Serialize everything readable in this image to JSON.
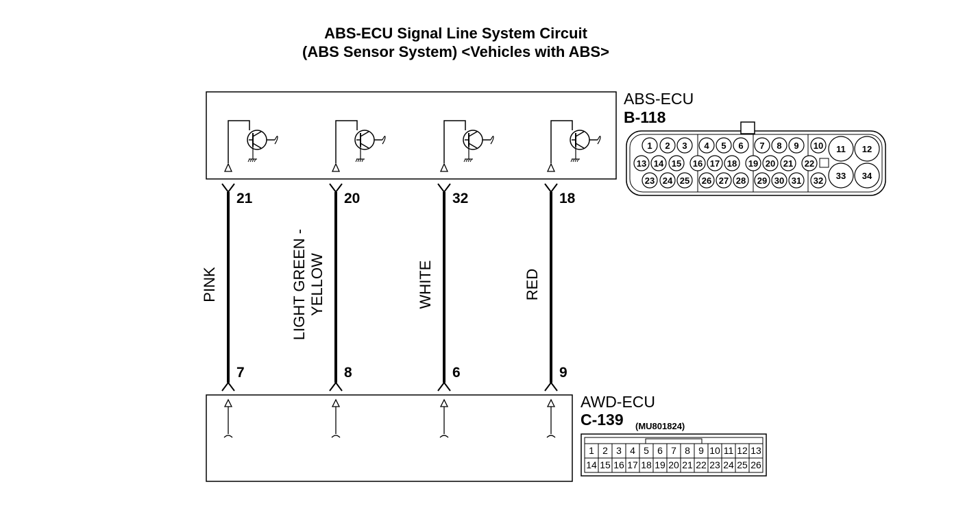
{
  "title": {
    "line1": "ABS-ECU Signal Line System Circuit",
    "line2": "(ABS Sensor System) <Vehicles with ABS>"
  },
  "abs_ecu": {
    "name": "ABS-ECU",
    "connector": "B-118",
    "pins_row1": [
      "1",
      "2",
      "3",
      "4",
      "5",
      "6",
      "7",
      "8",
      "9",
      "10"
    ],
    "pins_row2": [
      "13",
      "14",
      "15",
      "16",
      "17",
      "18",
      "19",
      "20",
      "21",
      "22"
    ],
    "pins_row3": [
      "23",
      "24",
      "25",
      "26",
      "27",
      "28",
      "29",
      "30",
      "31",
      "32"
    ],
    "pins_large": [
      "11",
      "12",
      "33",
      "34"
    ]
  },
  "awd_ecu": {
    "name": "AWD-ECU",
    "connector": "C-139",
    "part_number": "(MU801824)",
    "pins_row1": [
      "1",
      "2",
      "3",
      "4",
      "5",
      "6",
      "7",
      "8",
      "9",
      "10",
      "11",
      "12",
      "13"
    ],
    "pins_row2": [
      "14",
      "15",
      "16",
      "17",
      "18",
      "19",
      "20",
      "21",
      "22",
      "23",
      "24",
      "25",
      "26"
    ]
  },
  "wires": [
    {
      "color_lines": [
        "PINK"
      ],
      "abs_pin": "21",
      "awd_pin": "7"
    },
    {
      "color_lines": [
        "LIGHT GREEN -",
        "YELLOW"
      ],
      "abs_pin": "20",
      "awd_pin": "8"
    },
    {
      "color_lines": [
        "WHITE"
      ],
      "abs_pin": "32",
      "awd_pin": "6"
    },
    {
      "color_lines": [
        "RED"
      ],
      "abs_pin": "18",
      "awd_pin": "9"
    }
  ],
  "colors": {
    "line": "#000000",
    "background": "#ffffff"
  }
}
